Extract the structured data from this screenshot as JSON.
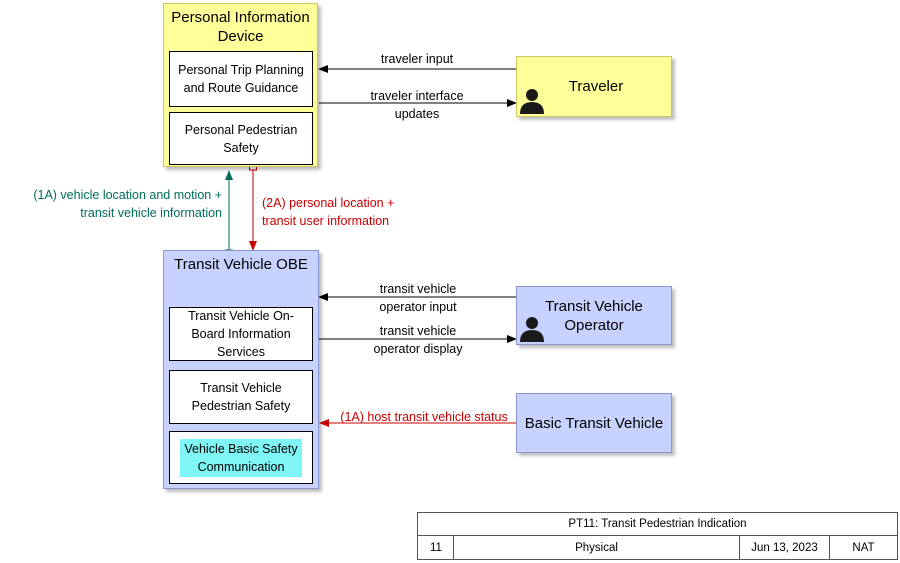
{
  "diagram": {
    "nodes": {
      "pid": {
        "title": "Personal Information Device",
        "subsystems": {
          "trip": "Personal Trip Planning and Route Guidance",
          "ped": "Personal Pedestrian Safety"
        }
      },
      "traveler": {
        "title": "Traveler"
      },
      "obe": {
        "title": "Transit Vehicle OBE",
        "subsystems": {
          "info": "Transit Vehicle On-Board Information Services",
          "ped": "Transit Vehicle Pedestrian Safety",
          "vbsc": "Vehicle Basic Safety Communication"
        }
      },
      "operator": {
        "title": "Transit Vehicle Operator"
      },
      "btv": {
        "title": "Basic Transit Vehicle"
      }
    },
    "flows": {
      "traveler_input": "traveler input",
      "traveler_updates": "traveler interface updates",
      "flow_1a_motion": "(1A) vehicle location and motion + transit vehicle information",
      "flow_2a_personal": "(2A) personal location + transit user information",
      "operator_input": "transit vehicle operator input",
      "operator_display": "transit vehicle operator display",
      "host_status": "(1A) host transit vehicle status"
    },
    "colors": {
      "green_flow": "#006e5a",
      "red_flow": "#c80000",
      "yellow_fill": "#ffff99",
      "blue_fill": "#c8d2ff",
      "cyan_highlight": "#7ff5f5"
    }
  },
  "title_block": {
    "title": "PT11: Transit Pedestrian Indication",
    "number": "11",
    "view": "Physical",
    "date": "Jun 13, 2023",
    "scope": "NAT"
  }
}
